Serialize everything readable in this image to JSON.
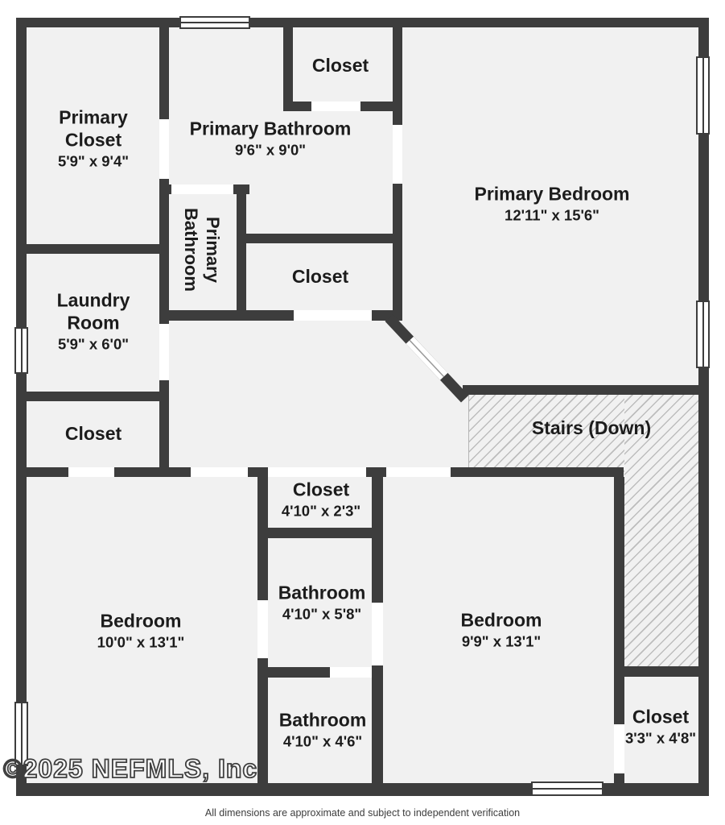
{
  "watermark": "©2025 NEFMLS, Inc",
  "disclaimer": "All dimensions are approximate and subject to independent verification",
  "colors": {
    "wall": "#3d3d3d",
    "floor": "#f1f1f1",
    "hatch_line": "#bdbdbd",
    "door_gap": "#ffffff",
    "label_text": "#1c1c1c"
  },
  "rooms": [
    {
      "name": "Primary Closet",
      "dims": "5'9\" x 9'4\""
    },
    {
      "name": "Primary Bathroom",
      "dims": "9'6\" x 9'0\""
    },
    {
      "name": "Closet",
      "dims": ""
    },
    {
      "name": "Primary Bedroom",
      "dims": "12'11\" x 15'6\""
    },
    {
      "name": "Primary Bathroom",
      "dims": ""
    },
    {
      "name": "Closet",
      "dims": ""
    },
    {
      "name": "Laundry Room",
      "dims": "5'9\" x 6'0\""
    },
    {
      "name": "Closet",
      "dims": ""
    },
    {
      "name": "Stairs (Down)",
      "dims": ""
    },
    {
      "name": "Closet",
      "dims": "4'10\" x 2'3\""
    },
    {
      "name": "Bathroom",
      "dims": "4'10\" x 5'8\""
    },
    {
      "name": "Bedroom",
      "dims": "10'0\" x 13'1\""
    },
    {
      "name": "Bedroom",
      "dims": "9'9\" x 13'1\""
    },
    {
      "name": "Bathroom",
      "dims": "4'10\" x 4'6\""
    },
    {
      "name": "Closet",
      "dims": "3'3\" x 4'8\""
    }
  ]
}
